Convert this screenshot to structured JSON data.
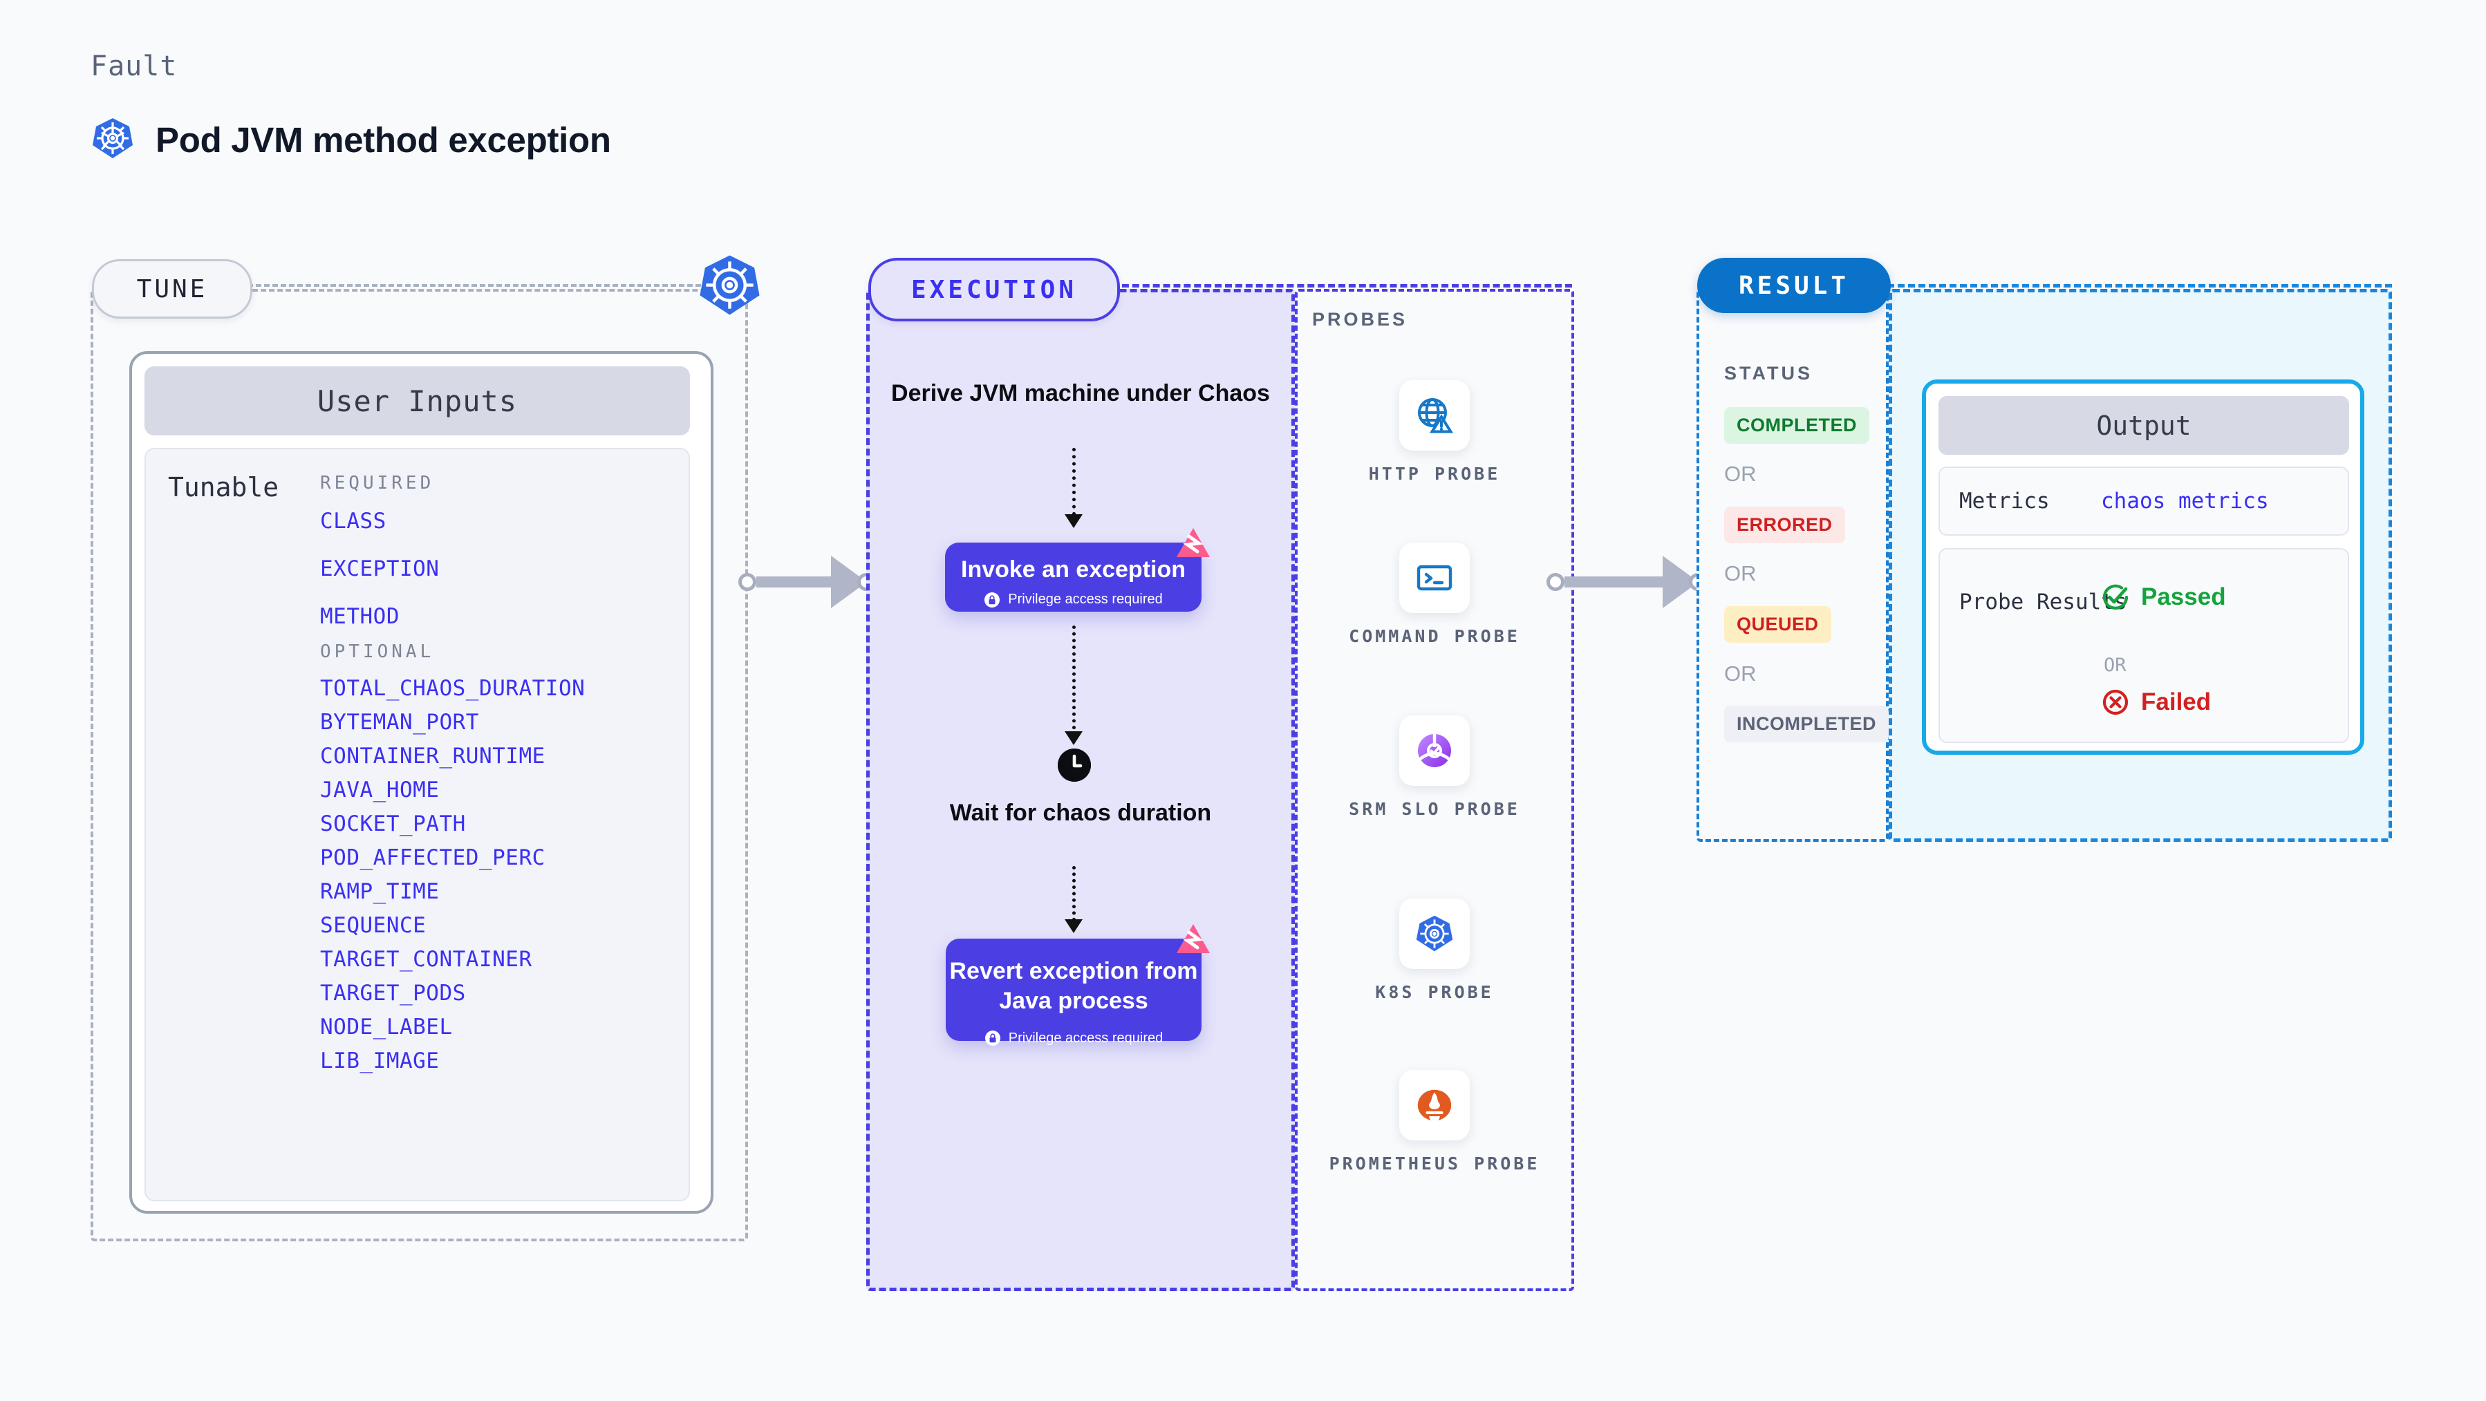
{
  "header": {
    "kicker": "Fault",
    "title": "Pod JVM method exception",
    "icon": "kubernetes-icon"
  },
  "colors": {
    "accent_indigo": "#3b2ff2",
    "accent_blue": "#0a72c9",
    "k8s_blue": "#326ce5",
    "litmus_pink": "#fb5c8f",
    "exec_bg": "#e6e4fa",
    "output_bg": "#eaf8fe",
    "output_border": "#17a9e8",
    "passed_green": "#14a33c",
    "failed_red": "#d32020"
  },
  "tune": {
    "pill_label": "TUNE",
    "badge_icon": "kubernetes-icon",
    "card": {
      "header": "User Inputs",
      "side_label": "Tunable",
      "groups": [
        {
          "title": "REQUIRED",
          "params": [
            "CLASS",
            "EXCEPTION",
            "METHOD"
          ]
        },
        {
          "title": "OPTIONAL",
          "params": [
            "TOTAL_CHAOS_DURATION",
            "BYTEMAN_PORT",
            "CONTAINER_RUNTIME",
            "JAVA_HOME",
            "SOCKET_PATH",
            "POD_AFFECTED_PERC",
            "RAMP_TIME",
            "SEQUENCE",
            "TARGET_CONTAINER",
            "TARGET_PODS",
            "NODE_LABEL",
            "LIB_IMAGE"
          ]
        }
      ]
    }
  },
  "execution": {
    "pill_label": "EXECUTION",
    "steps": [
      {
        "type": "text",
        "label": "Derive JVM machine under Chaos"
      },
      {
        "type": "action",
        "label": "Invoke an exception",
        "note": "Privilege access required",
        "note_icon": "lock-icon",
        "mark_icon": "litmus-icon"
      },
      {
        "type": "wait",
        "label": "Wait for chaos duration",
        "icon": "clock-icon"
      },
      {
        "type": "action",
        "label": "Revert exception from Java process",
        "note": "Privilege access required",
        "note_icon": "lock-icon",
        "mark_icon": "litmus-icon"
      }
    ]
  },
  "probes": {
    "title": "PROBES",
    "items": [
      {
        "label": "HTTP PROBE",
        "icon": "globe-warning-icon"
      },
      {
        "label": "COMMAND PROBE",
        "icon": "terminal-icon"
      },
      {
        "label": "SRM SLO PROBE",
        "icon": "slo-gauge-check-icon"
      },
      {
        "label": "K8S PROBE",
        "icon": "kubernetes-icon"
      },
      {
        "label": "PROMETHEUS PROBE",
        "icon": "prometheus-icon"
      }
    ]
  },
  "result": {
    "pill_label": "RESULT",
    "status_title": "STATUS",
    "or_label": "OR",
    "statuses": [
      {
        "label": "COMPLETED",
        "text_color": "#0f7a2e",
        "bg_color": "#dcf5e2"
      },
      {
        "label": "ERRORED",
        "text_color": "#cf2020",
        "bg_color": "#fde8e8"
      },
      {
        "label": "QUEUED",
        "text_color": "#cf2020",
        "bg_color": "#fdeec4"
      },
      {
        "label": "INCOMPLETED",
        "text_color": "#5b6377",
        "bg_color": "#eef0f5"
      }
    ]
  },
  "output": {
    "header": "Output",
    "metrics_label": "Metrics",
    "metrics_value": "chaos metrics",
    "probe_results_label": "Probe Results",
    "or_label": "OR",
    "passed_label": "Passed",
    "failed_label": "Failed",
    "passed_icon": "check-circle-icon",
    "failed_icon": "x-circle-icon"
  }
}
